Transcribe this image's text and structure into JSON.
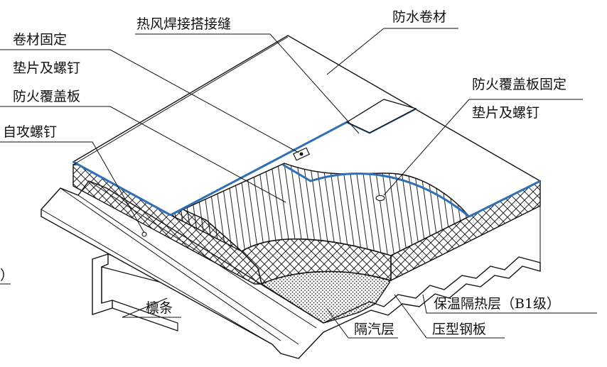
{
  "labels": {
    "hot_air_weld_seam": "热风焊接搭接缝",
    "waterproof_membrane": "防水卷材",
    "membrane_fixing_line1": "卷材固定",
    "membrane_fixing_line2": "垫片及螺钉",
    "fireproof_board": "防火覆盖板",
    "board_fixing_line1": "防火覆盖板固定",
    "board_fixing_line2": "垫片及螺钉",
    "self_tapping_screw": "自攻螺钉",
    "purlin": "檩条",
    "vapor_barrier": "隔汽层",
    "steel_deck": "压型钢板",
    "insulation": "保温隔热层（B1级）",
    "cut_off_fragment": "）"
  },
  "colors": {
    "line": "#111111",
    "accent_blue": "#2f6fb4",
    "background": "#ffffff"
  }
}
